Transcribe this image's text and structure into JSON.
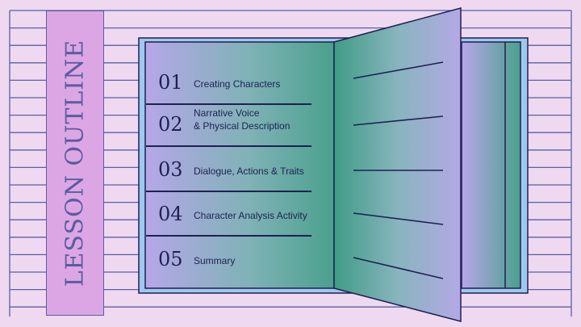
{
  "slide": {
    "title": "LESSON OUTLINE",
    "colors": {
      "background": "#efd9f1",
      "banner": "#dca6e4",
      "stroke": "#5b5fa0",
      "book_outline": "#1f2150",
      "book_border": "#9fc8ee",
      "gradient_purple": "#b6a7e8",
      "gradient_teal": "#4aa08c"
    },
    "outline": [
      {
        "number": "01",
        "lines": [
          "Creating Characters"
        ]
      },
      {
        "number": "02",
        "lines": [
          "Narrative Voice",
          "& Physical Description"
        ]
      },
      {
        "number": "03",
        "lines": [
          "Dialogue, Actions & Traits"
        ]
      },
      {
        "number": "04",
        "lines": [
          "Character Analysis Activity"
        ]
      },
      {
        "number": "05",
        "lines": [
          "Summary"
        ]
      }
    ]
  }
}
